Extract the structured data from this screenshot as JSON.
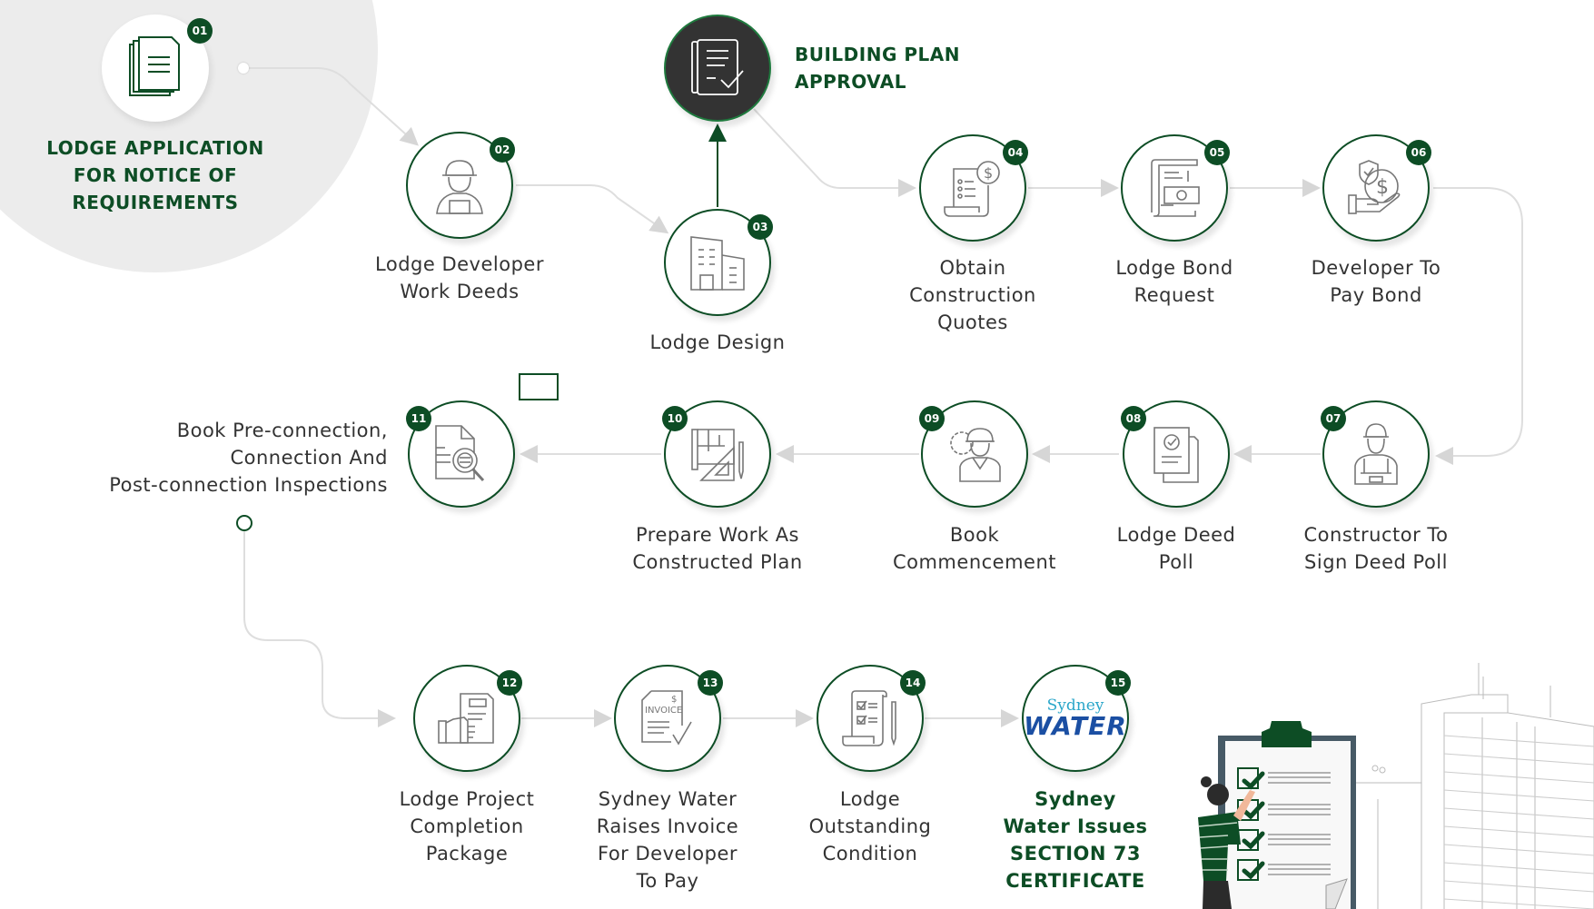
{
  "colors": {
    "brand_green": "#0d4d25",
    "connector_gray": "#dcdcdc",
    "dark_node": "#333333",
    "bg_circle": "#ececec"
  },
  "steps": [
    {
      "number": "01",
      "label": "LODGE APPLICATION FOR NOTICE OF REQUIREMENTS",
      "lines": [
        "LODGE APPLICATION",
        "FOR NOTICE OF",
        "REQUIREMENTS"
      ],
      "icon": "documents-icon"
    },
    {
      "number": "02",
      "label": "Lodge Developer Work Deeds",
      "lines": [
        "Lodge Developer",
        "Work Deeds"
      ],
      "icon": "worker-icon"
    },
    {
      "number": "03",
      "label": "Lodge Design",
      "lines": [
        "Lodge Design"
      ],
      "icon": "buildings-icon"
    },
    {
      "number": "04",
      "label": "Obtain Construction Quotes",
      "lines": [
        "Obtain",
        "Construction",
        "Quotes"
      ],
      "icon": "quote-receipt-icon"
    },
    {
      "number": "05",
      "label": "Lodge Bond Request",
      "lines": [
        "Lodge Bond",
        "Request"
      ],
      "icon": "bond-document-icon"
    },
    {
      "number": "06",
      "label": "Developer To Pay Bond",
      "lines": [
        "Developer To",
        "Pay Bond"
      ],
      "icon": "hand-money-icon"
    },
    {
      "number": "07",
      "label": "Constructor To Sign Deed Poll",
      "lines": [
        "Constructor To",
        "Sign Deed Poll"
      ],
      "icon": "constructor-icon"
    },
    {
      "number": "08",
      "label": "Lodge Deed Poll",
      "lines": [
        "Lodge Deed",
        "Poll"
      ],
      "icon": "deed-poll-icon"
    },
    {
      "number": "09",
      "label": "Book Commencement",
      "lines": [
        "Book",
        "Commencement"
      ],
      "icon": "engineer-gear-icon"
    },
    {
      "number": "10",
      "label": "Prepare Work As Constructed Plan",
      "lines": [
        "Prepare Work As",
        "Constructed Plan"
      ],
      "icon": "blueprint-icon"
    },
    {
      "number": "11",
      "label": "Book Pre-connection, Connection And Post-connection Inspections",
      "lines": [
        "Book Pre-connection,",
        "Connection And",
        "Post-connection Inspections"
      ],
      "icon": "document-search-icon"
    },
    {
      "number": "12",
      "label": "Lodge Project Completion Package",
      "lines": [
        "Lodge Project",
        "Completion",
        "Package"
      ],
      "icon": "hand-document-icon"
    },
    {
      "number": "13",
      "label": "Sydney Water Raises Invoice For Developer To Pay",
      "lines": [
        "Sydney Water",
        "Raises Invoice",
        "For Developer",
        "To Pay"
      ],
      "icon": "invoice-icon"
    },
    {
      "number": "14",
      "label": "Lodge Outstanding Condition",
      "lines": [
        "Lodge",
        "Outstanding",
        "Condition"
      ],
      "icon": "checklist-scroll-icon"
    },
    {
      "number": "15",
      "label": "Sydney Water Issues SECTION 73 CERTIFICATE",
      "lines": [
        "Sydney",
        "Water Issues",
        "SECTION 73",
        "CERTIFICATE"
      ],
      "icon": "sydney-water-logo"
    }
  ],
  "milestone": {
    "label": "BUILDING PLAN APPROVAL",
    "lines": [
      "BUILDING PLAN",
      "APPROVAL"
    ],
    "icon": "approved-document-icon"
  },
  "logo": {
    "line1": "Sydney",
    "line2": "WATER"
  }
}
